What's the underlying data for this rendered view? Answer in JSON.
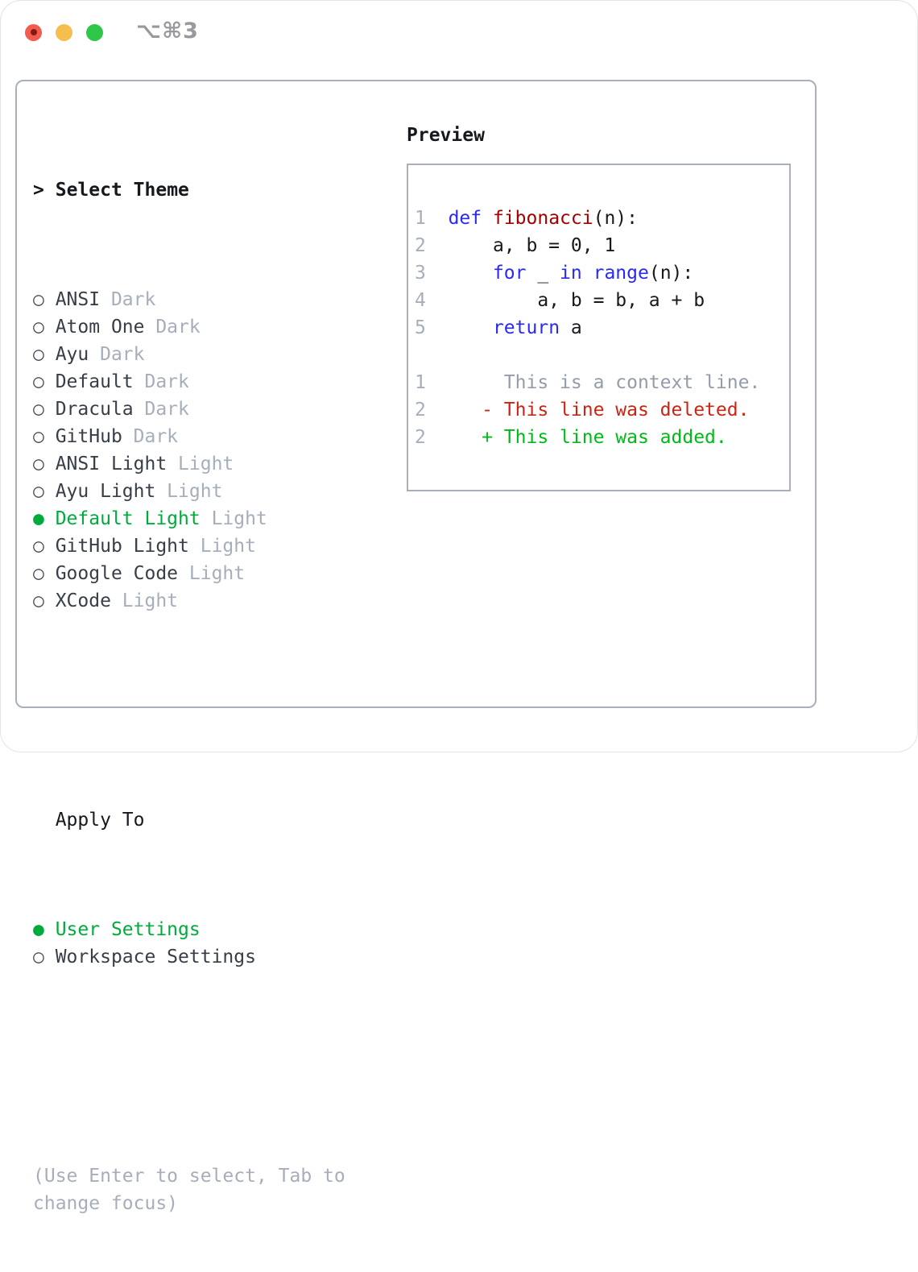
{
  "window": {
    "title": "⌥⌘3",
    "traffic_lights": [
      {
        "name": "close"
      },
      {
        "name": "minimize"
      },
      {
        "name": "zoom"
      }
    ]
  },
  "colors": {
    "accent_green": "#00ab3c",
    "keyword_blue": "#2a2af0",
    "function_red": "#a40000",
    "diff_deleted_red": "#cc2412",
    "diff_added_green": "#00bb17",
    "muted_gray": "#a6aebb",
    "context_gray": "#939ca8",
    "text_dark": "#383e48",
    "heading_black": "#15181d",
    "border_gray": "#a9b0bb"
  },
  "theme_list": {
    "header_marker": ">",
    "header_label": "Select Theme",
    "radio_unselected": "○",
    "radio_selected": "●",
    "items": [
      {
        "name": "ANSI",
        "tag": "Dark",
        "selected": false
      },
      {
        "name": "Atom One",
        "tag": "Dark",
        "selected": false
      },
      {
        "name": "Ayu",
        "tag": "Dark",
        "selected": false
      },
      {
        "name": "Default",
        "tag": "Dark",
        "selected": false
      },
      {
        "name": "Dracula",
        "tag": "Dark",
        "selected": false
      },
      {
        "name": "GitHub",
        "tag": "Dark",
        "selected": false
      },
      {
        "name": "ANSI Light",
        "tag": "Light",
        "selected": false
      },
      {
        "name": "Ayu Light",
        "tag": "Light",
        "selected": false
      },
      {
        "name": "Default Light",
        "tag": "Light",
        "selected": true
      },
      {
        "name": "GitHub Light",
        "tag": "Light",
        "selected": false
      },
      {
        "name": "Google Code",
        "tag": "Light",
        "selected": false
      },
      {
        "name": "XCode",
        "tag": "Light",
        "selected": false
      }
    ]
  },
  "apply_to": {
    "header": "Apply To",
    "options": [
      {
        "name": "User Settings",
        "selected": true
      },
      {
        "name": "Workspace Settings",
        "selected": false
      }
    ]
  },
  "hint": "(Use Enter to select, Tab to change focus)",
  "preview": {
    "title": "Preview",
    "lines": [
      {
        "num": "1",
        "segments": [
          [
            "  ",
            "plain"
          ],
          [
            "def",
            "kw"
          ],
          [
            " ",
            "plain"
          ],
          [
            "fibonacci",
            "fn"
          ],
          [
            "(n):",
            "plain"
          ]
        ]
      },
      {
        "num": "2",
        "segments": [
          [
            "      a, b = 0, 1",
            "plain"
          ]
        ]
      },
      {
        "num": "3",
        "segments": [
          [
            "      ",
            "plain"
          ],
          [
            "for",
            "kw"
          ],
          [
            " _ ",
            "plain"
          ],
          [
            "in",
            "kw"
          ],
          [
            " ",
            "plain"
          ],
          [
            "range",
            "kw"
          ],
          [
            "(n):",
            "plain"
          ]
        ]
      },
      {
        "num": "4",
        "segments": [
          [
            "          a, b = b, a + b",
            "plain"
          ]
        ]
      },
      {
        "num": "5",
        "segments": [
          [
            "      ",
            "plain"
          ],
          [
            "return",
            "kw"
          ],
          [
            " a",
            "plain"
          ]
        ]
      },
      {
        "num": "",
        "segments": []
      },
      {
        "num": "1",
        "segments": [
          [
            "       This is a context line.",
            "ctx"
          ]
        ]
      },
      {
        "num": "2",
        "segments": [
          [
            "     - This line was deleted.",
            "del"
          ]
        ]
      },
      {
        "num": "2",
        "segments": [
          [
            "     + This line was added.",
            "add"
          ]
        ]
      }
    ]
  }
}
